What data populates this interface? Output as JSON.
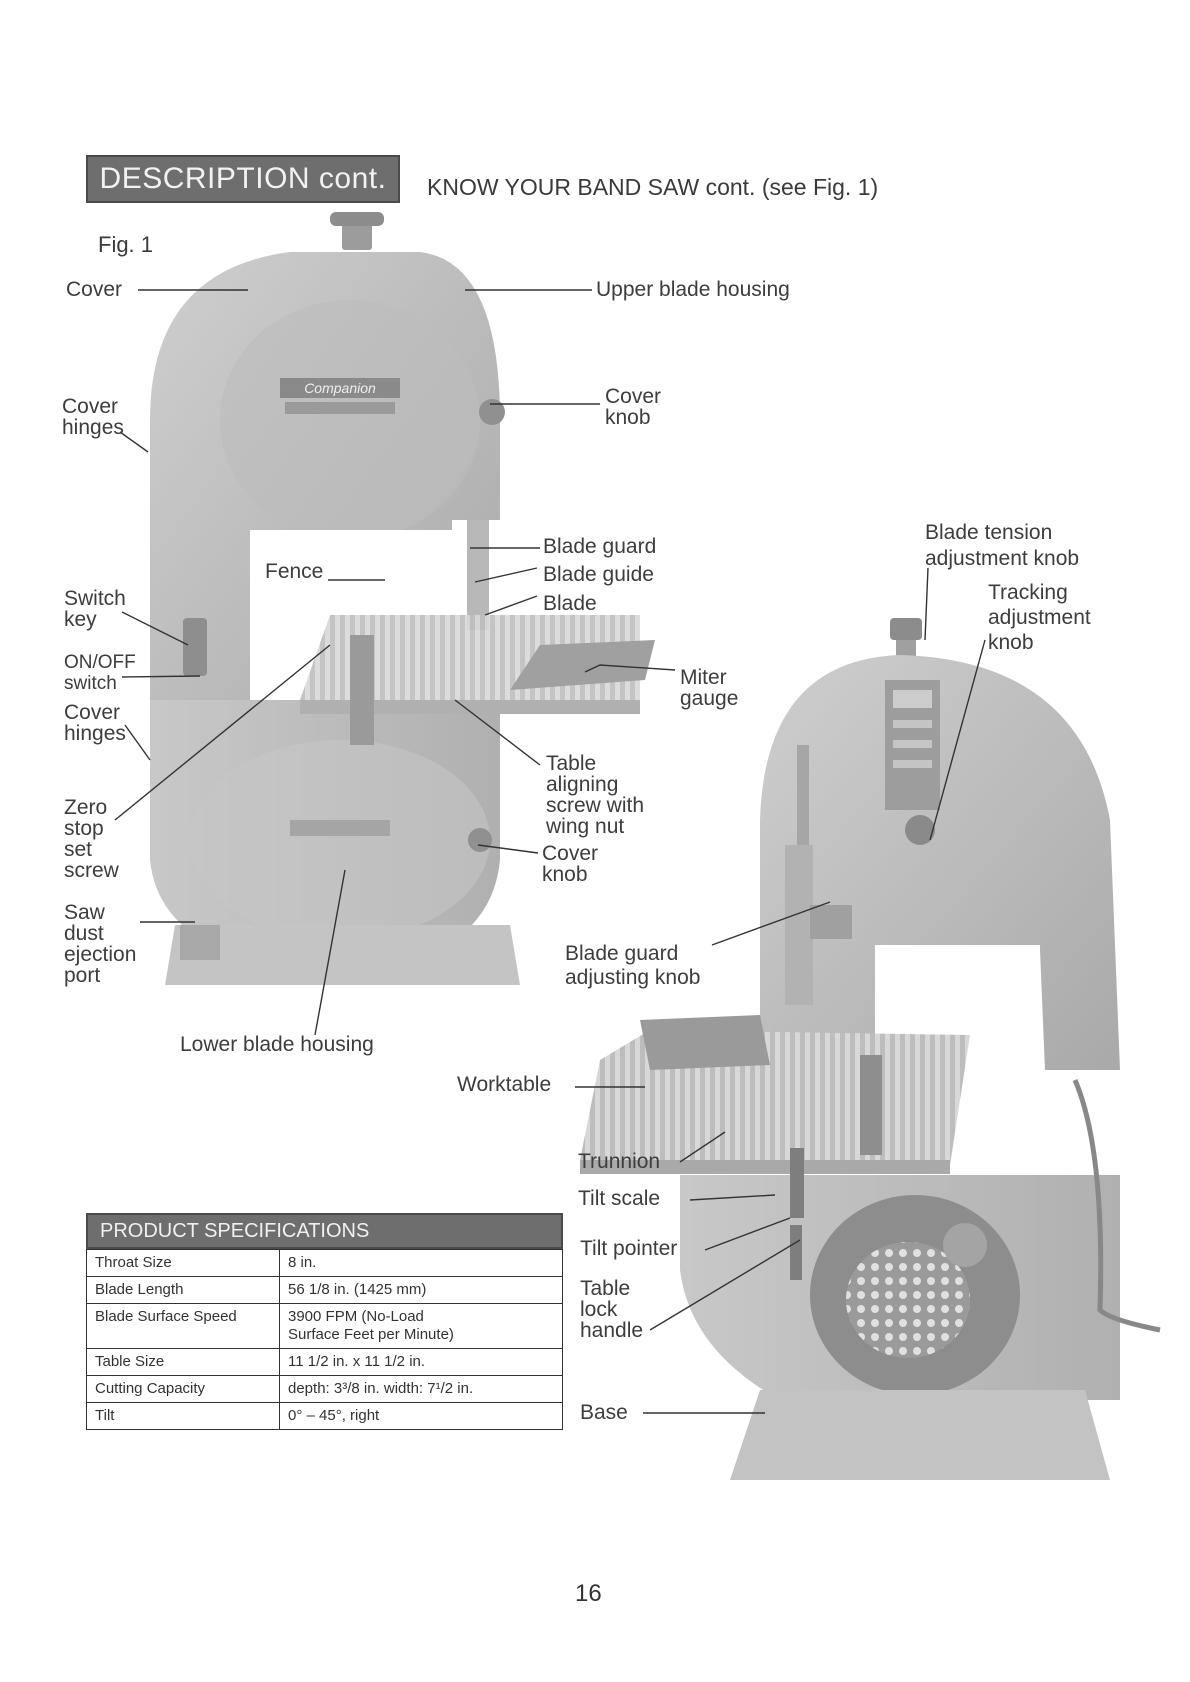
{
  "header": {
    "section": "DESCRIPTION cont.",
    "subtitle": "KNOW YOUR BAND SAW cont. (see Fig. 1)",
    "figure": "Fig. 1"
  },
  "saw1": {
    "brand_logo": "Companion",
    "labels": {
      "cover": "Cover",
      "upper_blade_housing": "Upper blade housing",
      "cover_hinges_top": [
        "Cover",
        "hinges"
      ],
      "cover_knob_top": [
        "Cover",
        "knob"
      ],
      "fence": "Fence",
      "blade_guard": "Blade guard",
      "blade_guide": "Blade guide",
      "blade": "Blade",
      "switch_key": [
        "Switch",
        "key"
      ],
      "on_off_switch": [
        "ON/OFF",
        "switch"
      ],
      "miter_gauge": [
        "Miter",
        "gauge"
      ],
      "cover_hinges_bottom": [
        "Cover",
        "hinges"
      ],
      "table_aligning": [
        "Table",
        "aligning",
        "screw with",
        "wing nut"
      ],
      "zero_stop": [
        "Zero",
        "stop",
        "set",
        "screw"
      ],
      "cover_knob_bottom": [
        "Cover",
        "knob"
      ],
      "saw_dust": [
        "Saw",
        "dust",
        "ejection",
        "port"
      ],
      "lower_blade_housing": "Lower blade housing"
    }
  },
  "saw2": {
    "labels": {
      "blade_tension": [
        "Blade tension",
        "adjustment knob"
      ],
      "tracking": [
        "Tracking",
        "adjustment",
        "knob"
      ],
      "blade_guard_adjusting": [
        "Blade guard",
        "adjusting knob"
      ],
      "worktable": "Worktable",
      "trunnion": "Trunnion",
      "tilt_scale": "Tilt scale",
      "tilt_pointer": "Tilt pointer",
      "table_lock": [
        "Table",
        "lock",
        "handle"
      ],
      "base": "Base"
    }
  },
  "specs": {
    "title": "PRODUCT SPECIFICATIONS",
    "rows": [
      {
        "label": "Throat Size",
        "value": "8 in."
      },
      {
        "label": "Blade Length",
        "value": "56 1/8 in. (1425 mm)"
      },
      {
        "label": "Blade Surface Speed",
        "value": "3900 FPM (No-Load",
        "value2": "Surface Feet per Minute)"
      },
      {
        "label": "Table Size",
        "value": "11 1/2 in.  x  11 1/2 in."
      },
      {
        "label": "Cutting Capacity",
        "value": "depth: 3³/8 in.    width: 7¹/2 in."
      },
      {
        "label": "Tilt",
        "value": "0° – 45°, right"
      }
    ]
  },
  "page_number": "16"
}
